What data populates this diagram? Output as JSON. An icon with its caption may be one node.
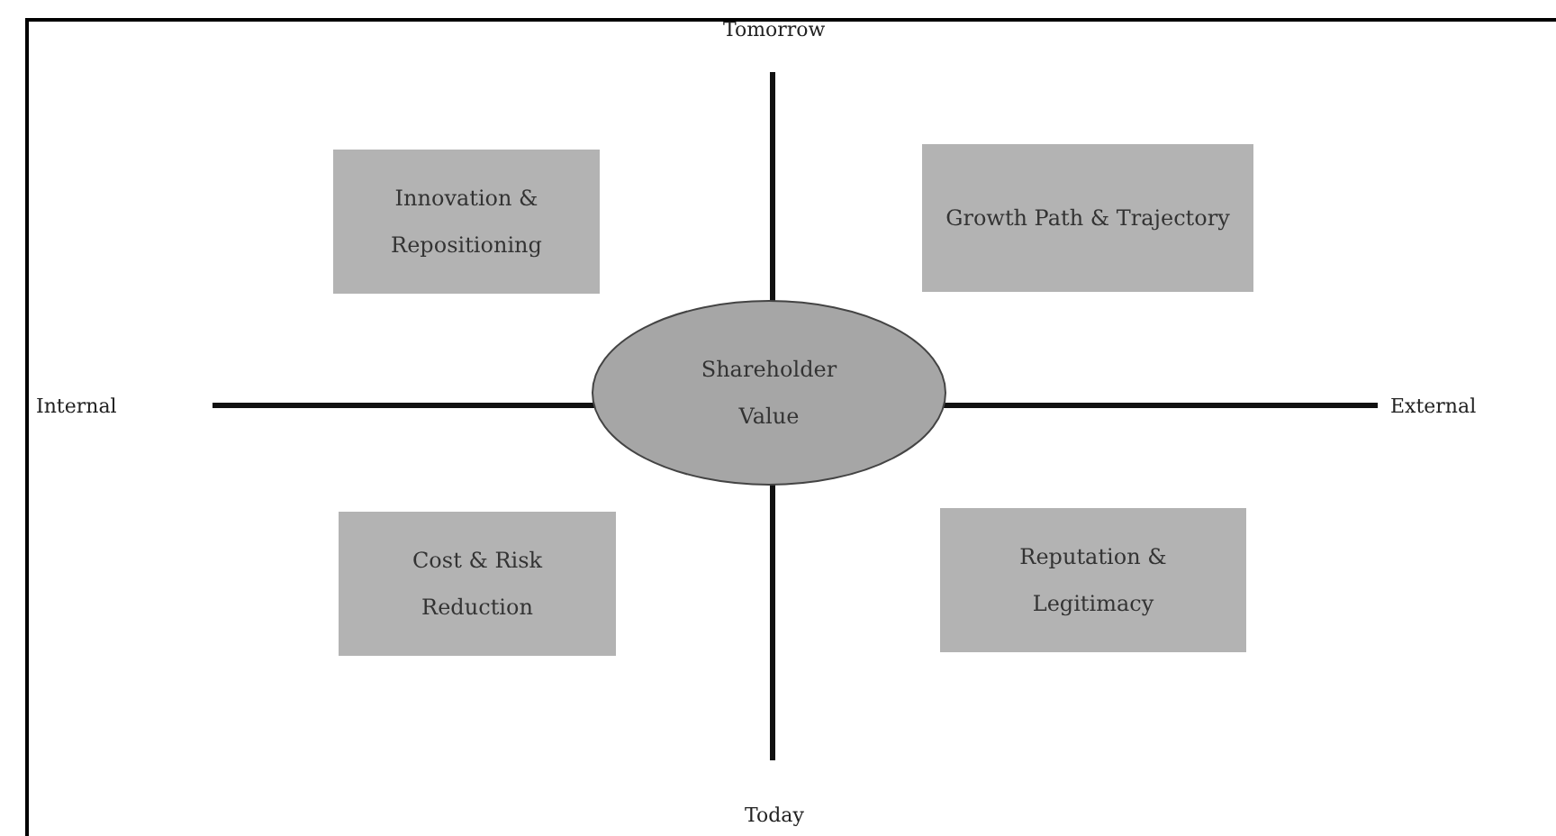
{
  "diagram": {
    "nodes": [
      {
        "text": [
          "Innovation & Repositioning"
        ]
      },
      {
        "text": [
          "Growth Path & Trajectory"
        ]
      },
      {
        "text": [
          "Shareholder Value"
        ]
      },
      {
        "text": [
          "Cost & Risk Reduction"
        ]
      },
      {
        "text": [
          "Reputation & Legitimacy"
        ]
      }
    ],
    "labels": [
      "Tomorrow",
      "Internal",
      "External",
      "Today"
    ]
  }
}
